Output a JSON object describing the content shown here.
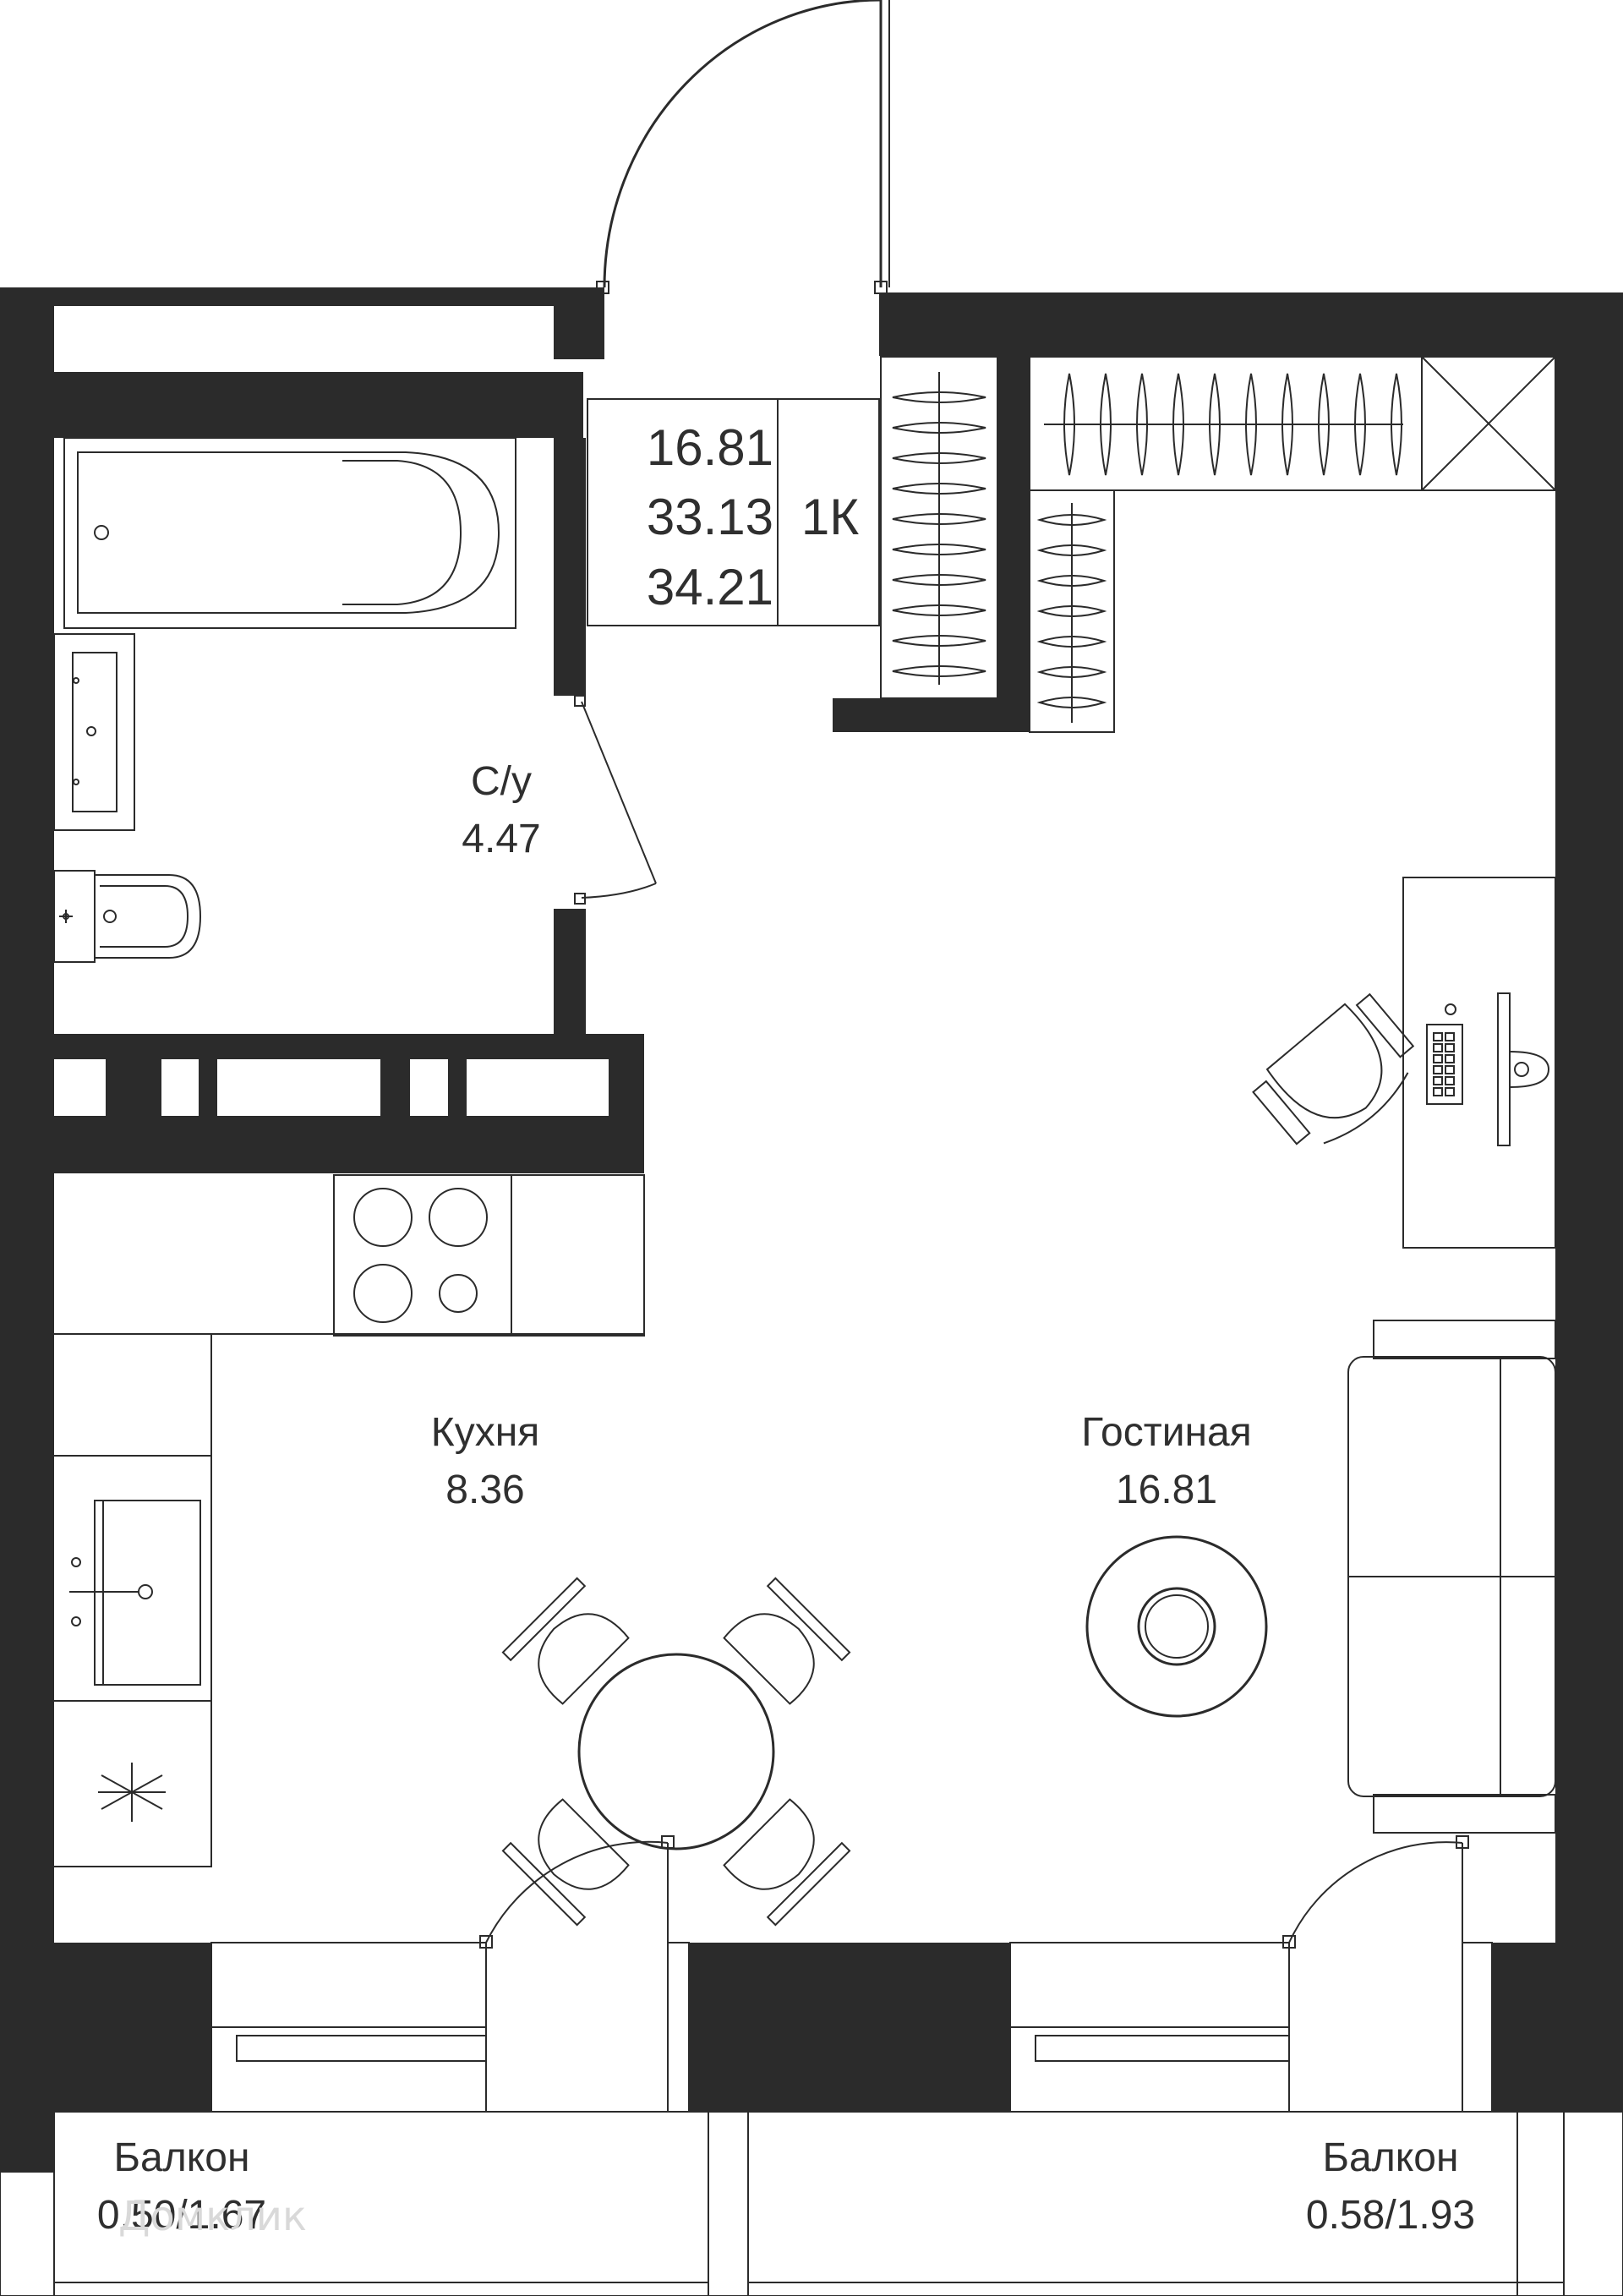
{
  "summary": {
    "living_area": "16.81",
    "total_area": "33.13",
    "total_area_with_balconies": "34.21",
    "apartment_type": "1К"
  },
  "rooms": {
    "bathroom": {
      "name": "С/у",
      "area": "4.47"
    },
    "kitchen": {
      "name": "Кухня",
      "area": "8.36"
    },
    "living": {
      "name": "Гостиная",
      "area": "16.81"
    },
    "balcony_left": {
      "name": "Балкон",
      "area": "0.50/1.67"
    },
    "balcony_right": {
      "name": "Балкон",
      "area": "0.58/1.93"
    }
  },
  "watermark": "Домклик",
  "colors": {
    "wall": "#2b2b2b",
    "line": "#2b2b2b",
    "text": "#2f2f2f",
    "background": "#ffffff"
  }
}
